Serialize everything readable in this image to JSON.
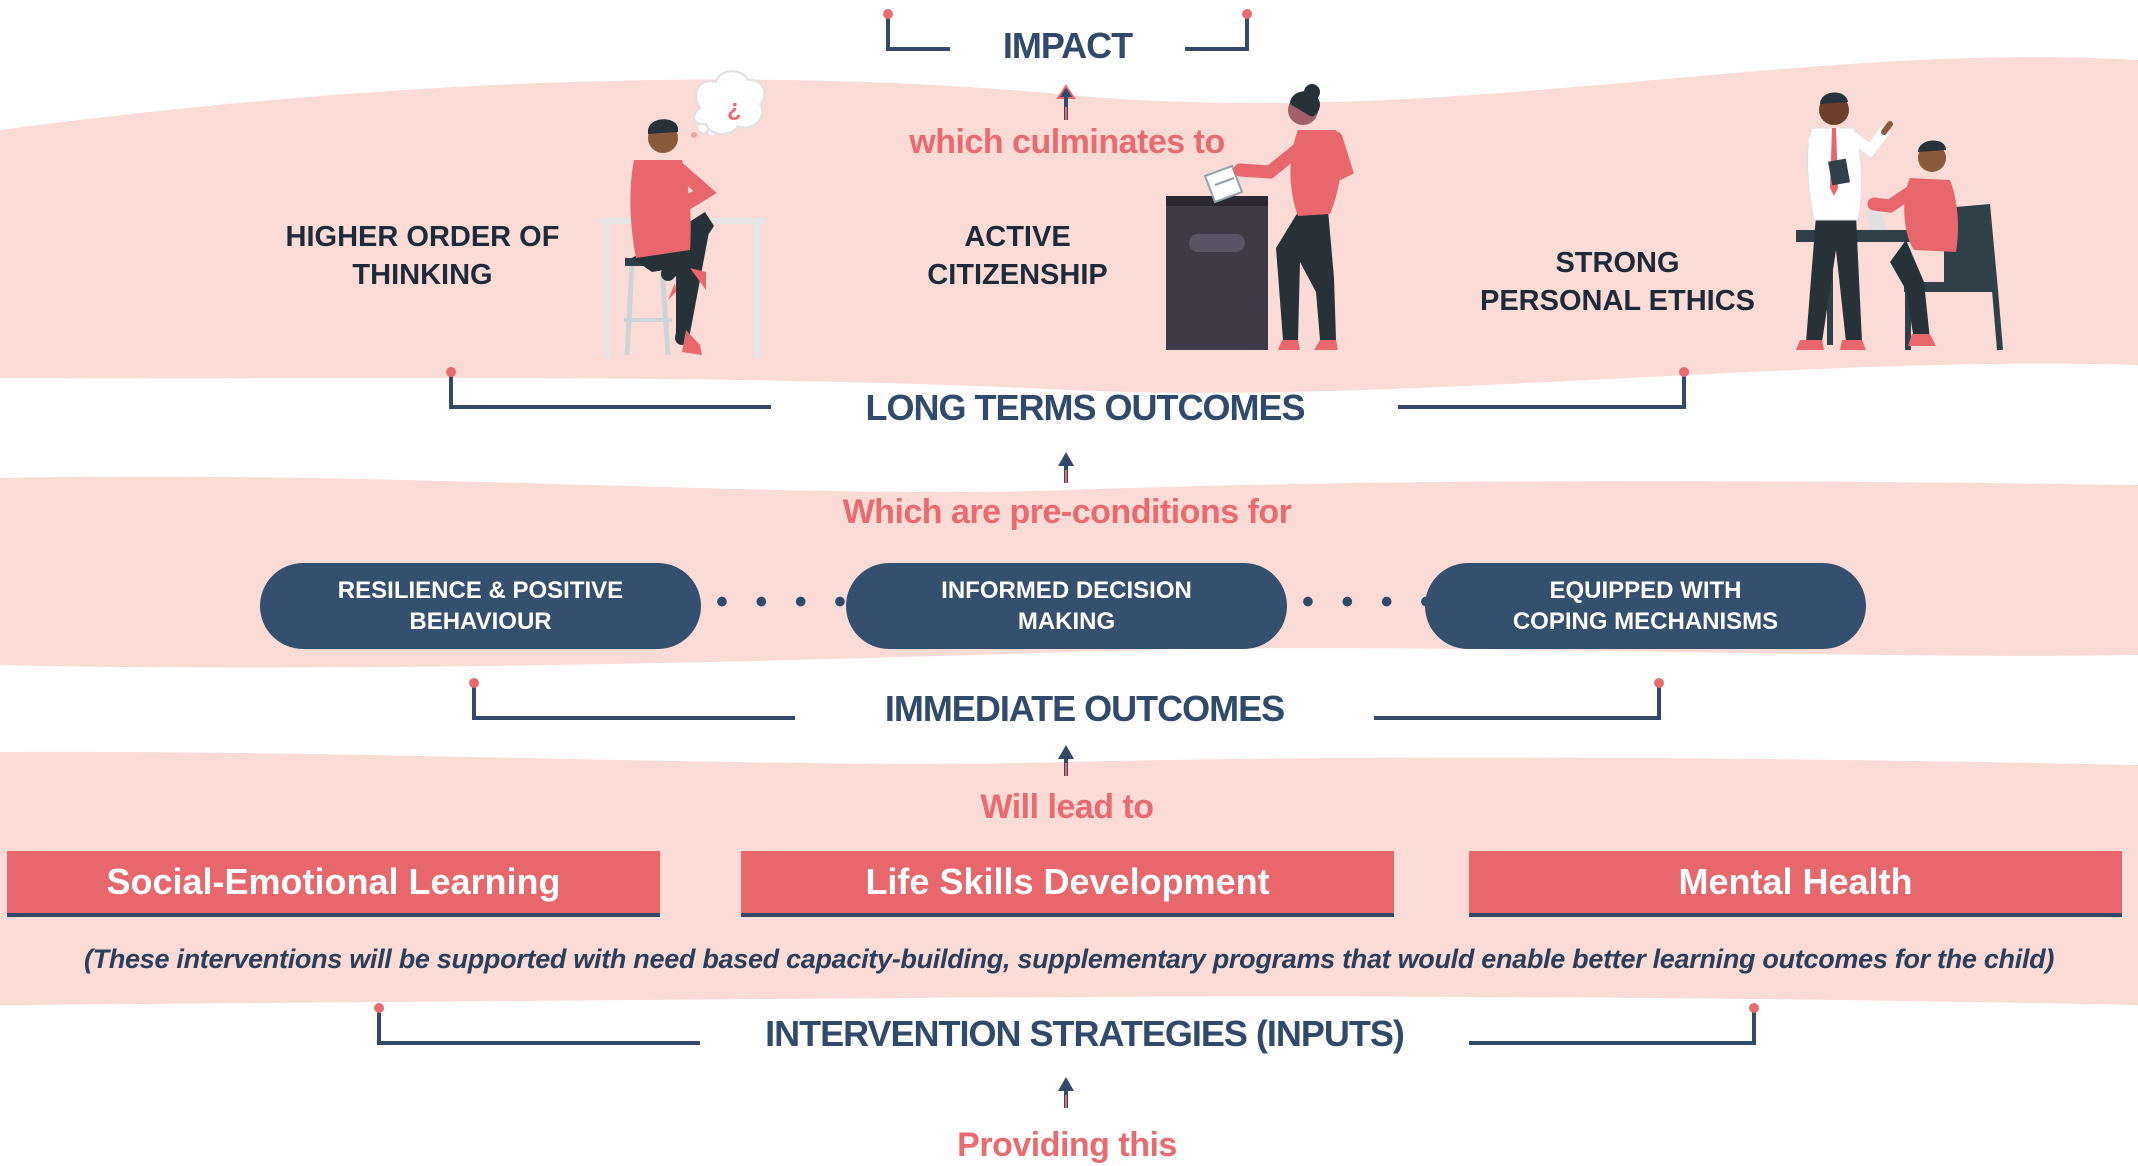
{
  "colors": {
    "navy": "#2f4a6b",
    "pill_navy": "#354f6e",
    "coral": "#e96b6f",
    "band_pink": "#fadbd6",
    "strategy_red": "#e8676d"
  },
  "impact": {
    "heading": "IMPACT",
    "connector": "which culminates to",
    "items": [
      "HIGHER ORDER OF\nTHINKING",
      "ACTIVE\nCITIZENSHIP",
      "STRONG\nPERSONAL ETHICS"
    ]
  },
  "long_term": {
    "heading": "LONG TERMS OUTCOMES",
    "connector": "Which are pre-conditions for",
    "pills": [
      "RESILIENCE & POSITIVE\nBEHAVIOUR",
      "INFORMED DECISION\nMAKING",
      "EQUIPPED WITH\nCOPING MECHANISMS"
    ],
    "dots": "• • • • •"
  },
  "immediate": {
    "heading": "IMMEDIATE OUTCOMES",
    "connector": "Will lead to",
    "strategies": [
      "Social-Emotional Learning",
      "Life Skills Development",
      "Mental Health"
    ],
    "note": "(These interventions will be supported with need based capacity-building, supplementary programs that would enable better learning outcomes for the child)"
  },
  "inputs": {
    "heading": "INTERVENTION STRATEGIES (INPUTS)",
    "connector": "Providing this"
  },
  "illustrations": [
    "thinking-person-illustration",
    "voting-person-illustration",
    "discussion-people-illustration"
  ]
}
